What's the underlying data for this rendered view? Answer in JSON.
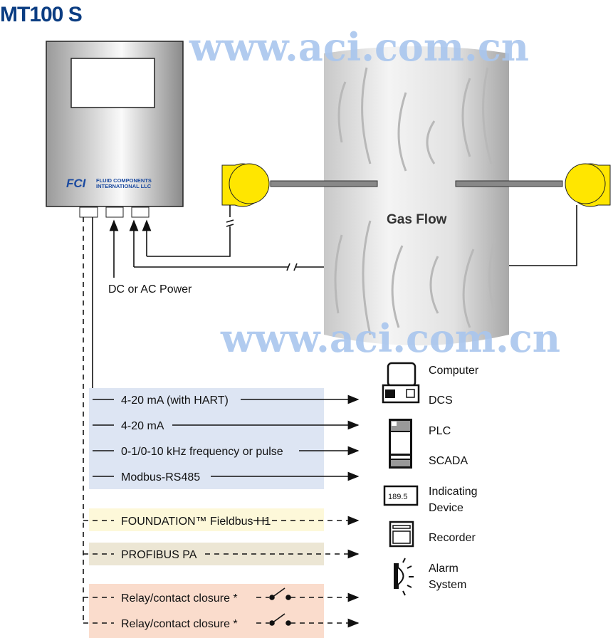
{
  "title": "MT100 S",
  "watermark": "www.aci.com.cn",
  "logo": {
    "mark": "FCI",
    "line1": "FLUID COMPONENTS",
    "line2": "INTERNATIONAL LLC"
  },
  "power_label": "DC or AC Power",
  "gas_flow_label": "Gas Flow",
  "outputs": [
    {
      "label": "4-20 mA (with HART)"
    },
    {
      "label": "4-20 mA"
    },
    {
      "label": "0-1/0-10 kHz frequency or pulse"
    },
    {
      "label": "Modbus-RS485"
    },
    {
      "label": "FOUNDATION™ Fieldbus H1"
    },
    {
      "label": "PROFIBUS PA"
    },
    {
      "label": "Relay/contact closure *"
    },
    {
      "label": "Relay/contact closure *"
    }
  ],
  "devices": {
    "computer": "Computer",
    "dcs": "DCS",
    "plc": "PLC",
    "scada": "SCADA",
    "indicating1": "Indicating",
    "indicating2": "Device",
    "indicator_value": "189.5",
    "recorder": "Recorder",
    "alarm1": "Alarm",
    "alarm2": "System"
  },
  "colors": {
    "title": "#0b3d82",
    "analog_panel": "#dde5f3",
    "fieldbus_panel": "#fdf8d9",
    "profibus_panel": "#ece6d4",
    "relay_panel": "#fadccc",
    "sensor": "#ffe600"
  }
}
